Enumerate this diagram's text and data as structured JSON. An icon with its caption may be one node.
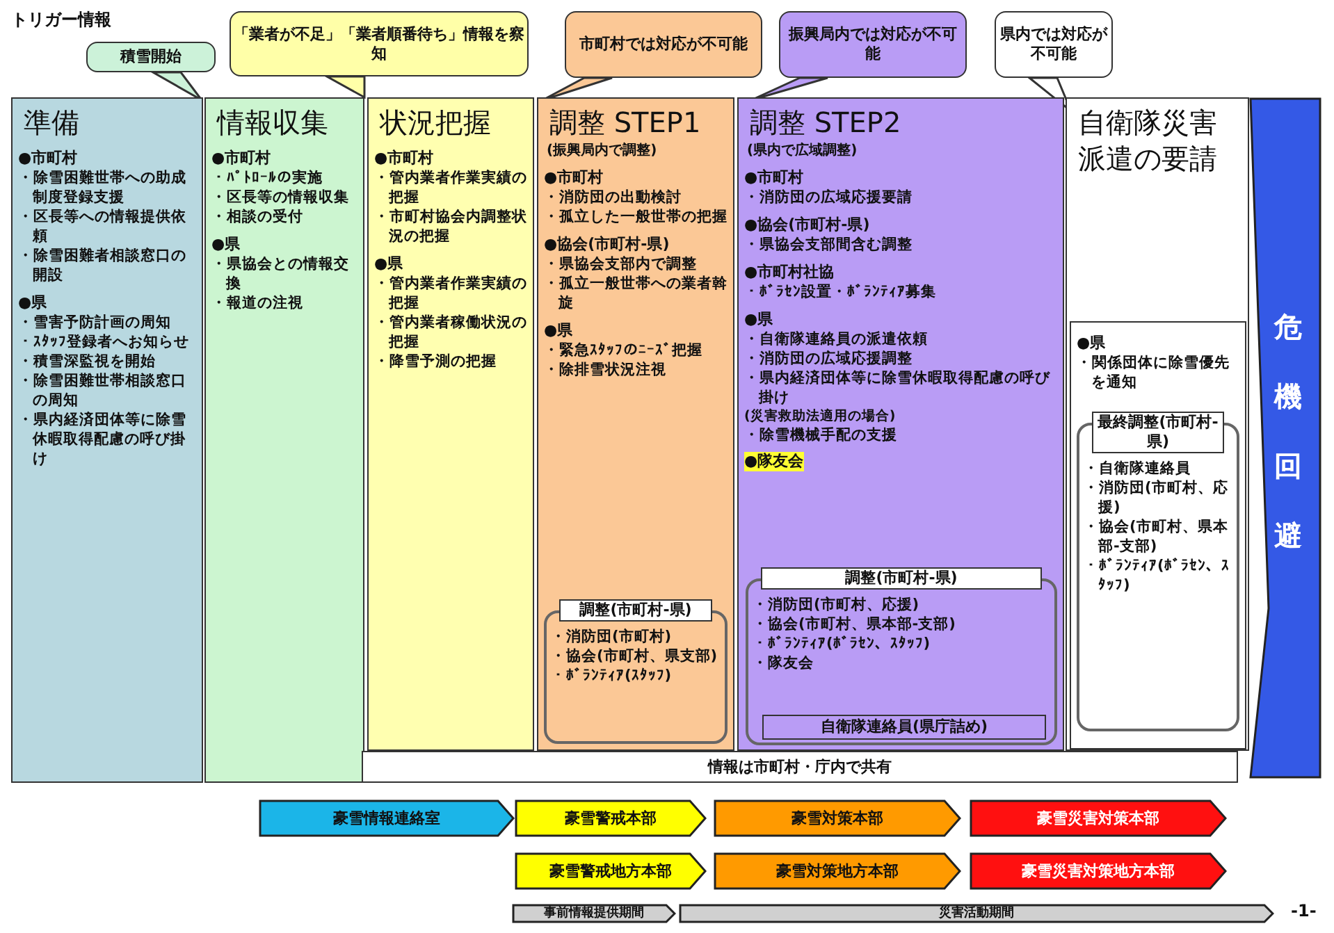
{
  "diagram": {
    "nodes": [
      {
        "text": [
          "積雪開始"
        ]
      },
      {
        "text": [
          "「業者が不足」「業者順番待ち」情報を察知"
        ]
      },
      {
        "text": [
          "市町村では対応が不可能"
        ]
      },
      {
        "text": [
          "振興局内では対応が不可能"
        ]
      },
      {
        "text": [
          "県内では対応が不可能"
        ]
      },
      {
        "text": [
          "準備",
          "●市町村",
          "・除雪困難世帯への助成制度登録支援",
          "・区長等への情報提供依頼",
          "・除雪困難者相談窓口の開設",
          "●県",
          "・雪害予防計画の周知",
          "・ｽﾀｯﾌ登録者へお知らせ",
          "・積雪深監視を開始",
          "・除雪困難世帯相談窓口の周知",
          "・県内経済団体等に除雪休暇取得配慮の呼び掛け"
        ]
      },
      {
        "text": [
          "情報収集",
          "●市町村",
          "・ﾊﾟﾄﾛｰﾙの実施",
          "・区長等の情報収集",
          "・相談の受付",
          "●県",
          "・県協会との情報交換",
          "・報道の注視"
        ]
      },
      {
        "text": [
          "状況把握",
          "●市町村",
          "・管内業者作業実績の把握",
          "・市町村協会内調整状況の把握",
          "●県",
          "・管内業者作業実績の把握",
          "・管内業者稼働状況の把握",
          "・降雪予測の把握"
        ]
      },
      {
        "text": [
          "調整 STEP1",
          "(振興局内で調整)",
          "●市町村",
          "・消防団の出動検討",
          "・孤立した一般世帯の把握",
          "●協会(市町村-県)",
          "・県協会支部内で調整",
          "・孤立一般世帯への業者斡旋",
          "●県",
          "・緊急ｽﾀｯﾌのﾆｰｽﾞ把握",
          "・除排雪状況注視"
        ]
      },
      {
        "text": [
          "調整(市町村-県)",
          "・消防団(市町村)",
          "・協会(市町村、県支部)",
          "・ﾎﾞﾗﾝﾃｨｱ(ｽﾀｯﾌ)"
        ],
        "in": 8
      },
      {
        "text": [
          "調整 STEP2",
          "(県内で広域調整)",
          "●市町村",
          "・消防団の広域応援要請",
          "●協会(市町村-県)",
          "・県協会支部間含む調整",
          "●市町村社協",
          "・ﾎﾞﾗｾﾝ設置・ﾎﾞﾗﾝﾃｨｱ募集",
          "●県",
          "・自衛隊連絡員の派遣依頼",
          "・消防団の広域応援調整",
          "・県内経済団体等に除雪休暇取得配慮の呼び掛け",
          "(災害救助法適用の場合)",
          "・除雪機械手配の支援",
          "●隊友会"
        ]
      },
      {
        "text": [
          "調整(市町村-県)",
          "・消防団(市町村、応援)",
          "・協会(市町村、県本部-支部)",
          "・ﾎﾞﾗﾝﾃｨｱ(ﾎﾞﾗｾﾝ、ｽﾀｯﾌ)",
          "・隊友会"
        ],
        "in": 10
      },
      {
        "text": [
          "自衛隊連絡員(県庁詰め)"
        ],
        "in": 11
      },
      {
        "text": [
          "自衛隊災害派遣の要請"
        ]
      },
      {
        "text": [
          "●県",
          "・関係団体に除雪優先を通知"
        ],
        "in": 13
      },
      {
        "text": [
          "最終調整(市町村-県)",
          "・自衛隊連絡員",
          "・消防団(市町村、応援)",
          "・協会(市町村、県本部-支部)",
          "・ﾎﾞﾗﾝﾃｨｱ(ﾎﾞﾗｾﾝ、ｽﾀｯﾌ)"
        ],
        "in": 14
      },
      {
        "text": [
          "危機回避"
        ]
      },
      {
        "text": [
          "情報は市町村・庁内で共有"
        ]
      },
      {
        "text": [
          "豪雪情報連絡室"
        ]
      },
      {
        "text": [
          "豪雪警戒本部"
        ]
      },
      {
        "text": [
          "豪雪対策本部"
        ]
      },
      {
        "text": [
          "豪雪災害対策本部"
        ]
      },
      {
        "text": [
          "豪雪警戒地方本部"
        ]
      },
      {
        "text": [
          "豪雪対策地方本部"
        ]
      },
      {
        "text": [
          "豪雪災害対策地方本部"
        ]
      },
      {
        "text": [
          "事前情報提供期間"
        ]
      },
      {
        "text": [
          "災害活動期間"
        ]
      }
    ],
    "labels": [
      "トリガー情報",
      "-1-"
    ]
  }
}
